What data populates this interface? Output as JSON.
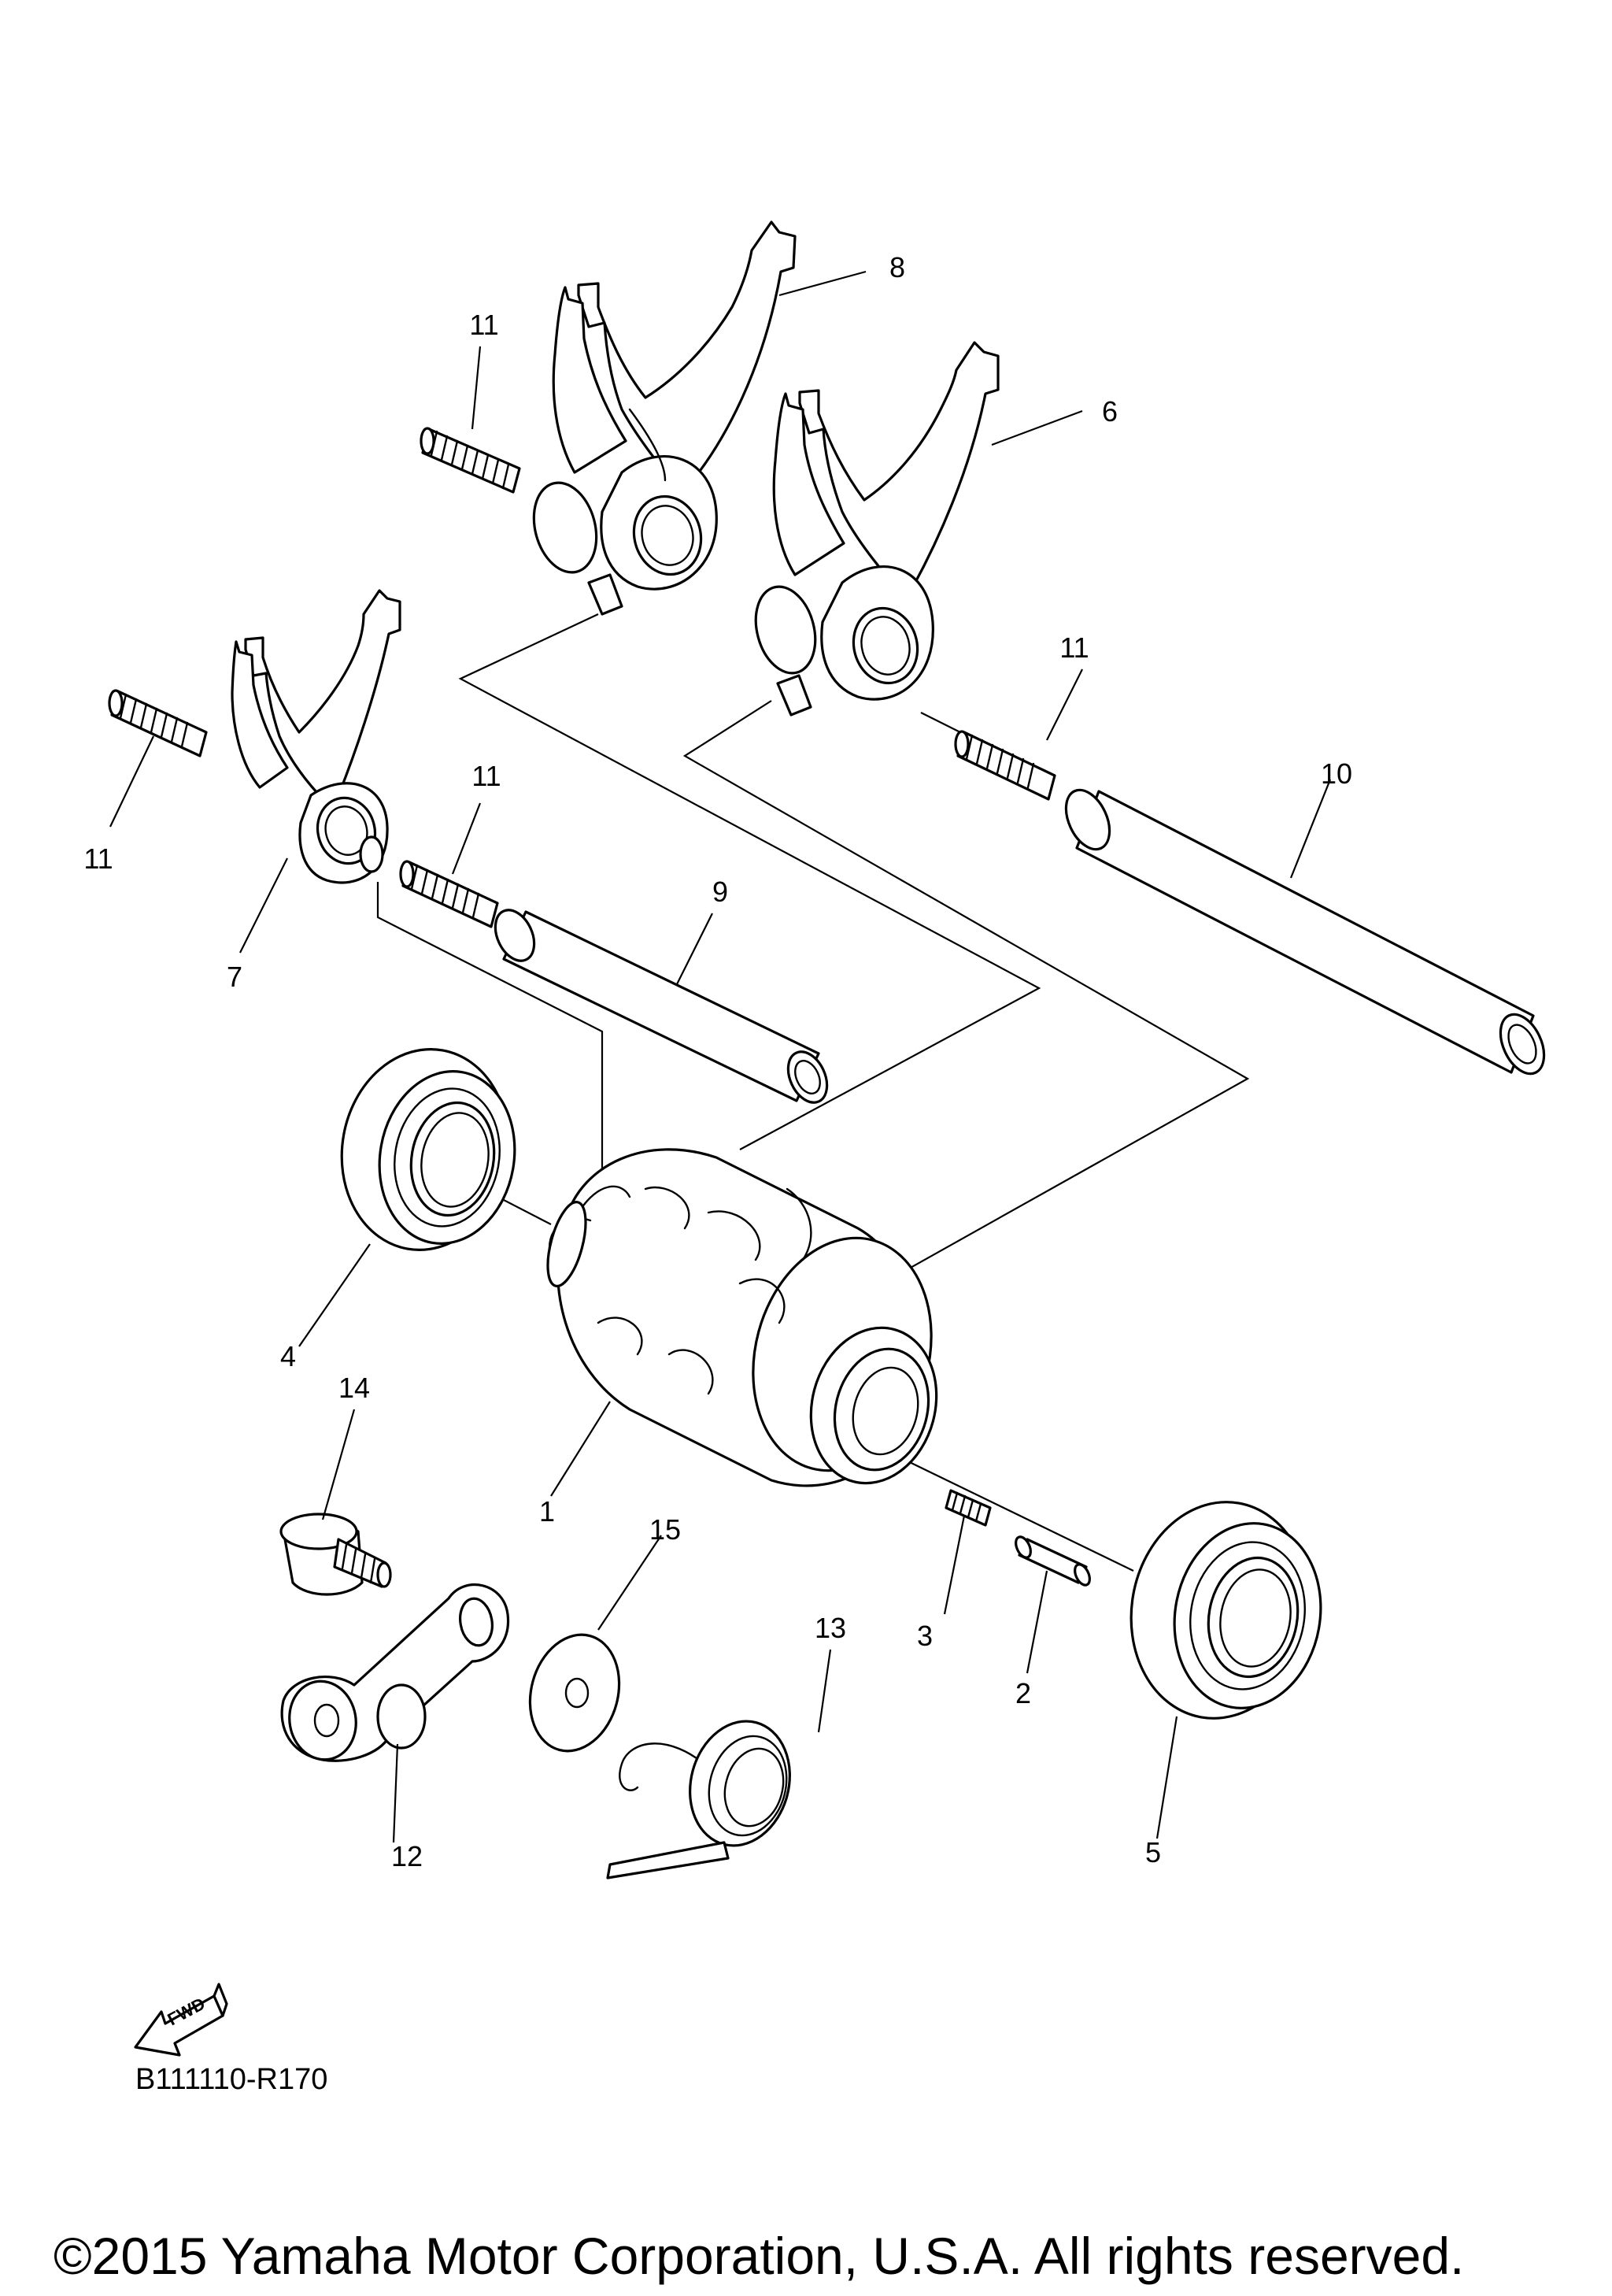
{
  "diagram": {
    "parts": [
      {
        "number": "1"
      },
      {
        "number": "2"
      },
      {
        "number": "3"
      },
      {
        "number": "4"
      },
      {
        "number": "5"
      },
      {
        "number": "6"
      },
      {
        "number": "7"
      },
      {
        "number": "8"
      },
      {
        "number": "9"
      },
      {
        "number": "10"
      },
      {
        "number": "11"
      },
      {
        "number": "12"
      },
      {
        "number": "13"
      },
      {
        "number": "14"
      },
      {
        "number": "15"
      }
    ],
    "fwd_label": "FWD",
    "reference_code": "B111110-R170",
    "copyright": "©2015 Yamaha Motor Corporation, U.S.A. All rights reserved."
  }
}
